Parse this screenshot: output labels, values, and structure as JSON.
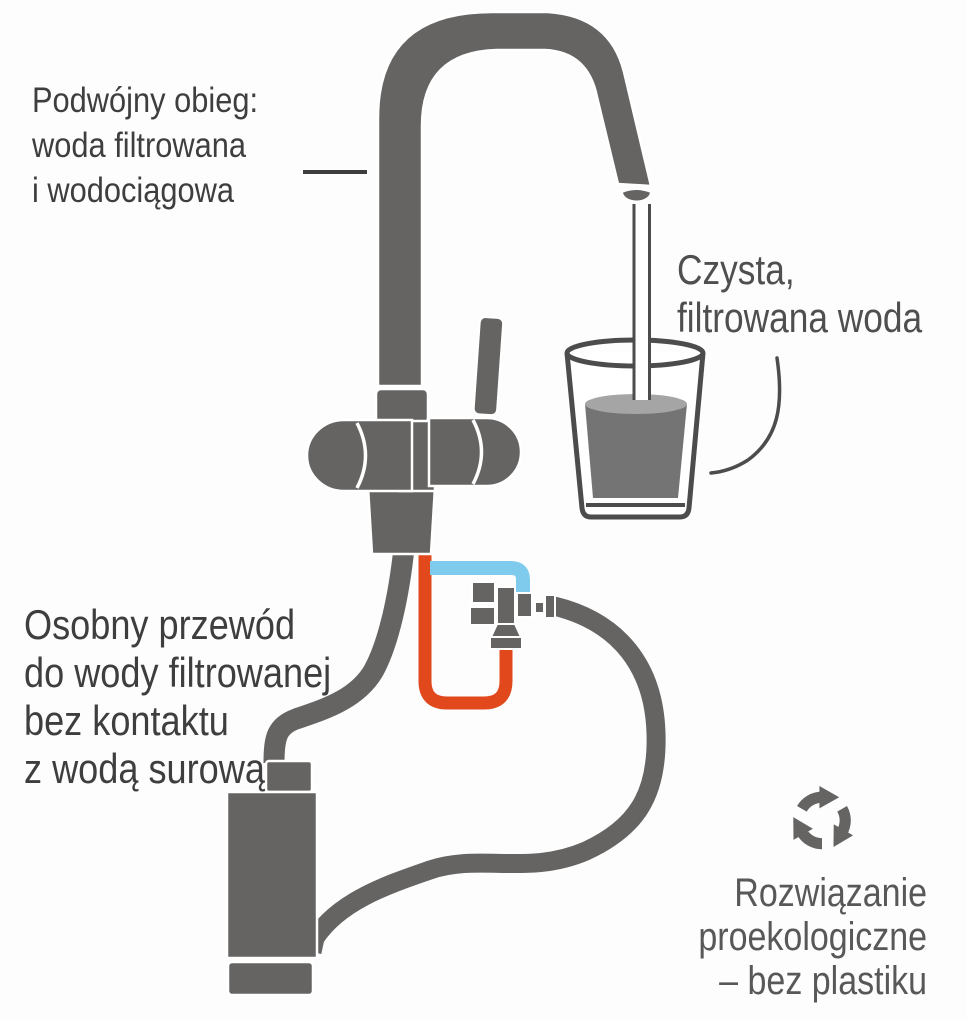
{
  "labels": {
    "dual_circuit": {
      "lines": [
        "Podwójny obieg:",
        "woda filtrowana",
        "i wodociągowa"
      ]
    },
    "clean_water": {
      "lines": [
        "Czysta,",
        "filtrowana woda"
      ]
    },
    "separate_hose": {
      "lines": [
        "Osobny przewód",
        "do wody filtrowanej",
        "bez kontaktu",
        "z wodą surową"
      ]
    },
    "eco_solution": {
      "lines": [
        "Rozwiązanie",
        "proekologiczne",
        "– bez plastiku"
      ]
    }
  },
  "icons": {
    "recycling": "recycling-icon"
  },
  "colors": {
    "bg": "#fdfdfd",
    "steel": "#656463",
    "ink": "#3e3e3e",
    "ink_light": "#4f4f4f",
    "eco_text": "#585858",
    "orange": "#e1491d",
    "blue": "#7fcbee",
    "glass_line": "#4c4c4c",
    "water": "#747474",
    "water_top": "#a5a5a5"
  }
}
